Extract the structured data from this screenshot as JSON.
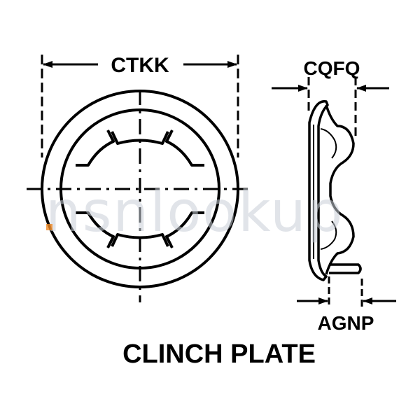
{
  "diagram": {
    "title": "CLINCH PLATE",
    "dim_width_label": "CTKK",
    "dim_thickness_label": "CQFQ",
    "dim_stud_label": "AGNP"
  },
  "watermark": {
    "text": "nsnlookup",
    "color": "#c9cfd8",
    "accent_color": "#f08a24"
  },
  "colors": {
    "line": "#000000",
    "background": "#ffffff"
  }
}
